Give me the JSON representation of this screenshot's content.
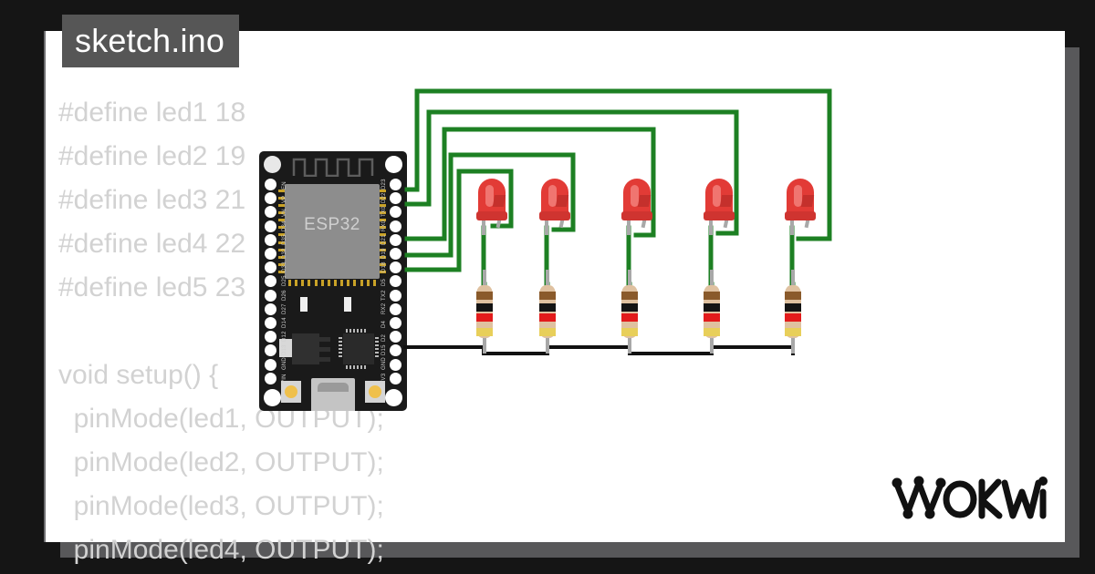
{
  "window": {
    "background_color": "#151515",
    "panel_color": "#ffffff",
    "frame_color": "#58585a"
  },
  "title_badge": {
    "label": "sketch.ino",
    "background_color": "#565656",
    "text_color": "#ffffff"
  },
  "code": {
    "lines": [
      "#define led1 18",
      "#define led2 19",
      "#define led3 21",
      "#define led4 22",
      "#define led5 23",
      "",
      "void setup() {",
      "  pinMode(led1, OUTPUT);",
      "  pinMode(led2, OUTPUT);",
      "  pinMode(led3, OUTPUT);",
      "  pinMode(led4, OUTPUT);"
    ],
    "text_color": "#d2d2d2"
  },
  "board": {
    "name": "ESP32",
    "chip_label": "ESP32",
    "pcb_color": "#1a1a1a",
    "shield_color": "#8d8d8d",
    "left_pins": [
      "EN",
      "VP",
      "VN",
      "D34",
      "D35",
      "D32",
      "D33",
      "D25",
      "D26",
      "D27",
      "D14",
      "D12",
      "D13",
      "GND",
      "VIN"
    ],
    "right_pins": [
      "D23",
      "D22",
      "TX0",
      "RX0",
      "D21",
      "D19",
      "D18",
      "D5",
      "TX2",
      "RX2",
      "D4",
      "D2",
      "D15",
      "GND",
      "3V3"
    ]
  },
  "wires": {
    "signal_color": "#1d8023",
    "ground_color": "#111111",
    "connections": [
      {
        "from": "D23",
        "to": "led5-anode"
      },
      {
        "from": "D22",
        "to": "led4-anode"
      },
      {
        "from": "D21",
        "to": "led3-anode"
      },
      {
        "from": "D19",
        "to": "led2-anode"
      },
      {
        "from": "D18",
        "to": "led1-anode"
      },
      {
        "from": "GND",
        "to": "resistor-bus"
      }
    ]
  },
  "leds": [
    {
      "id": "led1",
      "color": "#e23b36",
      "pin": "D18"
    },
    {
      "id": "led2",
      "color": "#e23b36",
      "pin": "D19"
    },
    {
      "id": "led3",
      "color": "#e23b36",
      "pin": "D21"
    },
    {
      "id": "led4",
      "color": "#e23b36",
      "pin": "D22"
    },
    {
      "id": "led5",
      "color": "#e23b36",
      "pin": "D23"
    }
  ],
  "resistors": [
    {
      "id": "r1",
      "bands": [
        "#8a5a2b",
        "#141414",
        "#e21b1b",
        "#e8cf5a"
      ],
      "body_color": "#dfc1a0"
    },
    {
      "id": "r2",
      "bands": [
        "#8a5a2b",
        "#141414",
        "#e21b1b",
        "#e8cf5a"
      ],
      "body_color": "#dfc1a0"
    },
    {
      "id": "r3",
      "bands": [
        "#8a5a2b",
        "#141414",
        "#e21b1b",
        "#e8cf5a"
      ],
      "body_color": "#dfc1a0"
    },
    {
      "id": "r4",
      "bands": [
        "#8a5a2b",
        "#141414",
        "#e21b1b",
        "#e8cf5a"
      ],
      "body_color": "#dfc1a0"
    },
    {
      "id": "r5",
      "bands": [
        "#8a5a2b",
        "#141414",
        "#e21b1b",
        "#e8cf5a"
      ],
      "body_color": "#dfc1a0"
    }
  ],
  "logo": {
    "text": "WOKWI",
    "color": "#111111"
  }
}
